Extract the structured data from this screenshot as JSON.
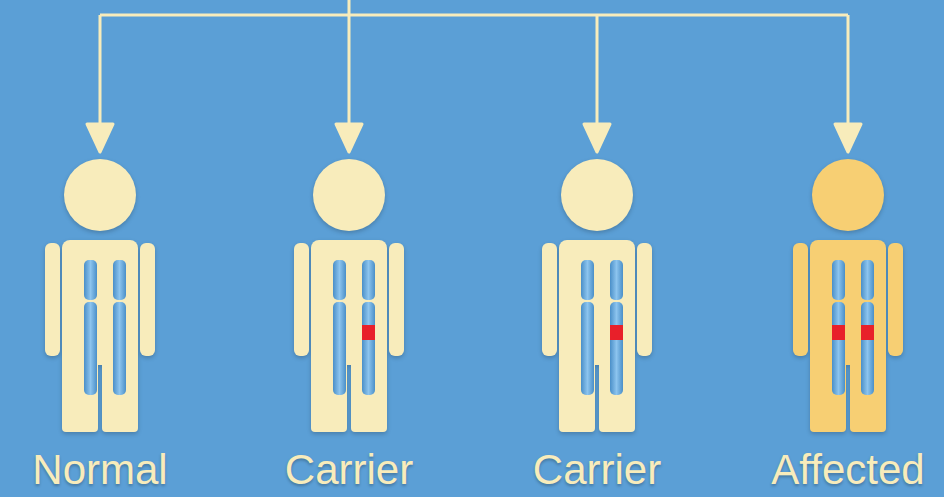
{
  "diagram": {
    "nodes": [
      {
        "text": [
          "Normal"
        ]
      },
      {
        "text": [
          "Carrier"
        ]
      },
      {
        "text": [
          "Carrier"
        ]
      },
      {
        "text": [
          "Affected"
        ]
      }
    ]
  }
}
